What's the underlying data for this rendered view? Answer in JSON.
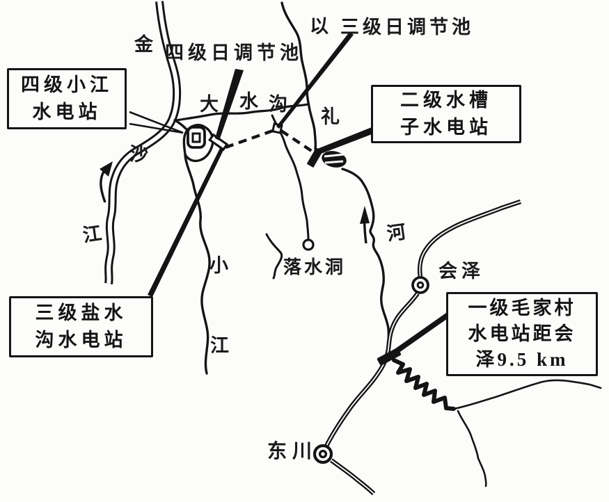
{
  "figure": {
    "background": "#fcfcfa",
    "ink": "#141414"
  },
  "callouts": {
    "stage4_xiaojiang": {
      "lines": [
        "四级小江",
        "水电站"
      ]
    },
    "stage2_shuicaozi": {
      "lines": [
        "二级水槽",
        "子水电站"
      ]
    },
    "stage3_yanshuigou": {
      "lines": [
        "三级盐水",
        "沟水电站"
      ]
    },
    "stage1_maojiacun": {
      "lines": [
        "一级毛家村",
        "水电站距会",
        "泽9.5 km"
      ]
    }
  },
  "labels": {
    "pond_stage4": "四级日调节池",
    "pond_stage3": "三级日调节池",
    "sinkhole": "落水洞",
    "town_huize": "会泽",
    "town_dongchuan": "东川",
    "jinsha_jin": "金",
    "jinsha_sha": "沙",
    "jinsha_jiang": "江",
    "xiaojiang_xiao": "小",
    "xiaojiang_jiang": "江",
    "dashuigou_da": "大",
    "dashuigou_shui": "水",
    "dashuigou_gou": "沟",
    "yili_yi": "以",
    "yili_li": "礼",
    "yili_he": "河"
  }
}
